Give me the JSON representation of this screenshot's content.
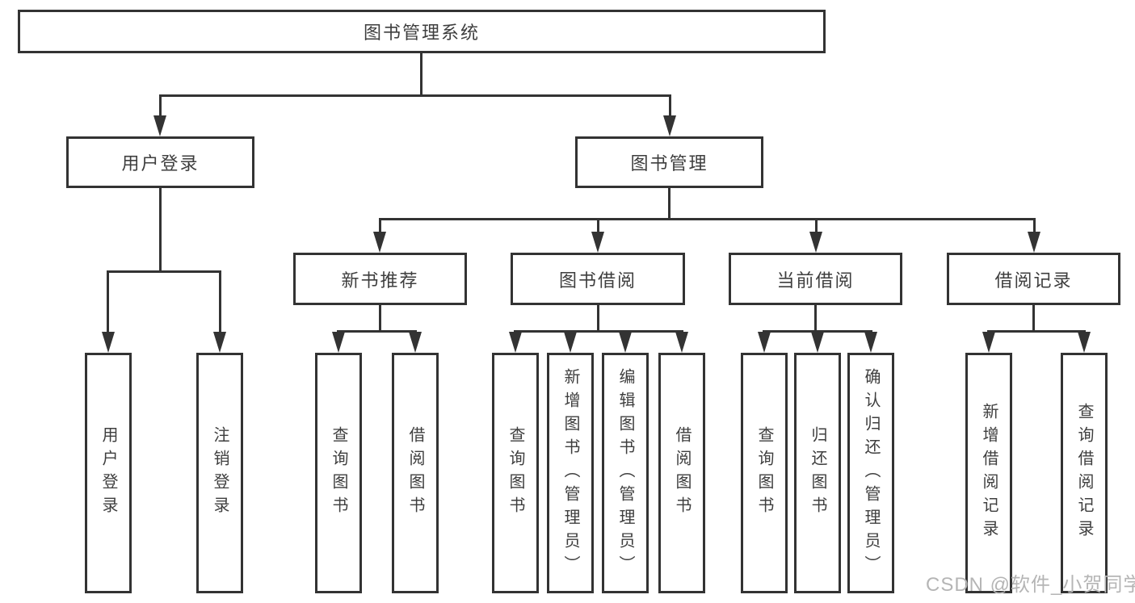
{
  "diagram": {
    "root": {
      "label": "图书管理系统"
    },
    "branches": [
      {
        "label": "用户登录",
        "children": [
          {
            "label": "用户登录"
          },
          {
            "label": "注销登录"
          }
        ]
      },
      {
        "label": "图书管理",
        "children": [
          {
            "label": "新书推荐",
            "children": [
              {
                "label": "查询图书"
              },
              {
                "label": "借阅图书"
              }
            ]
          },
          {
            "label": "图书借阅",
            "children": [
              {
                "label": "查询图书"
              },
              {
                "label": "新增图书（管理员）"
              },
              {
                "label": "编辑图书（管理员）"
              },
              {
                "label": "借阅图书"
              }
            ]
          },
          {
            "label": "当前借阅",
            "children": [
              {
                "label": "查询图书"
              },
              {
                "label": "归还图书"
              },
              {
                "label": "确认归还（管理员）"
              }
            ]
          },
          {
            "label": "借阅记录",
            "children": [
              {
                "label": "新增借阅记录"
              },
              {
                "label": "查询借阅记录"
              }
            ]
          }
        ]
      }
    ]
  },
  "watermark": {
    "text": "CSDN @软件_小贺同学"
  },
  "colors": {
    "line": "#333333",
    "text": "#3e3e3e",
    "box_background": "#ffffff",
    "page_background": "#ffffff",
    "watermark": "#b5b5b5"
  }
}
